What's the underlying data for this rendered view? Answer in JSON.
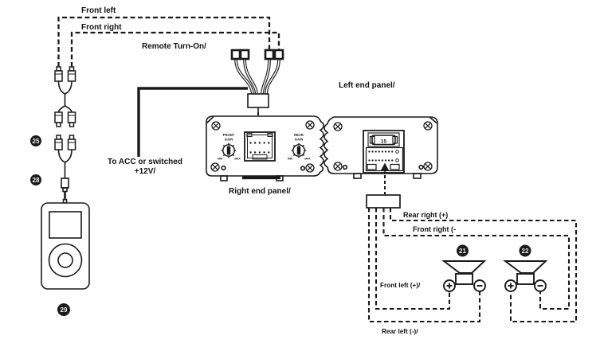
{
  "diagram": {
    "labels": {
      "front_left": "Front left",
      "front_right": "Front right",
      "remote_turn_on": "Remote Turn-On/",
      "to_acc_line1": "To ACC or switched",
      "to_acc_line2": "+12V/",
      "right_end_panel": "Right end panel/",
      "left_end_panel": "Left end panel/",
      "rear_right_pos": "Rear right (+)",
      "front_right_neg": "Front right (-",
      "front_left_pos": "Front left (+)/",
      "rear_left_neg": "Rear left (-)/"
    },
    "badges": {
      "cable_25": "25",
      "cable_28": "28",
      "ipod_29": "29",
      "speaker_21": "21",
      "speaker_22": "22"
    },
    "amplifier": {
      "front_gain_line1": "FRONT",
      "front_gain_line2": "GAIN",
      "rear_gain_line1": "REAR",
      "rear_gain_line2": "GAIN",
      "min": "MIN",
      "max": "MAX",
      "fuse_rating": "15"
    },
    "colors": {
      "line": "#1a1a1a",
      "background": "#ffffff",
      "badge_fill": "#1c1c1c",
      "badge_text": "#ededed"
    }
  }
}
